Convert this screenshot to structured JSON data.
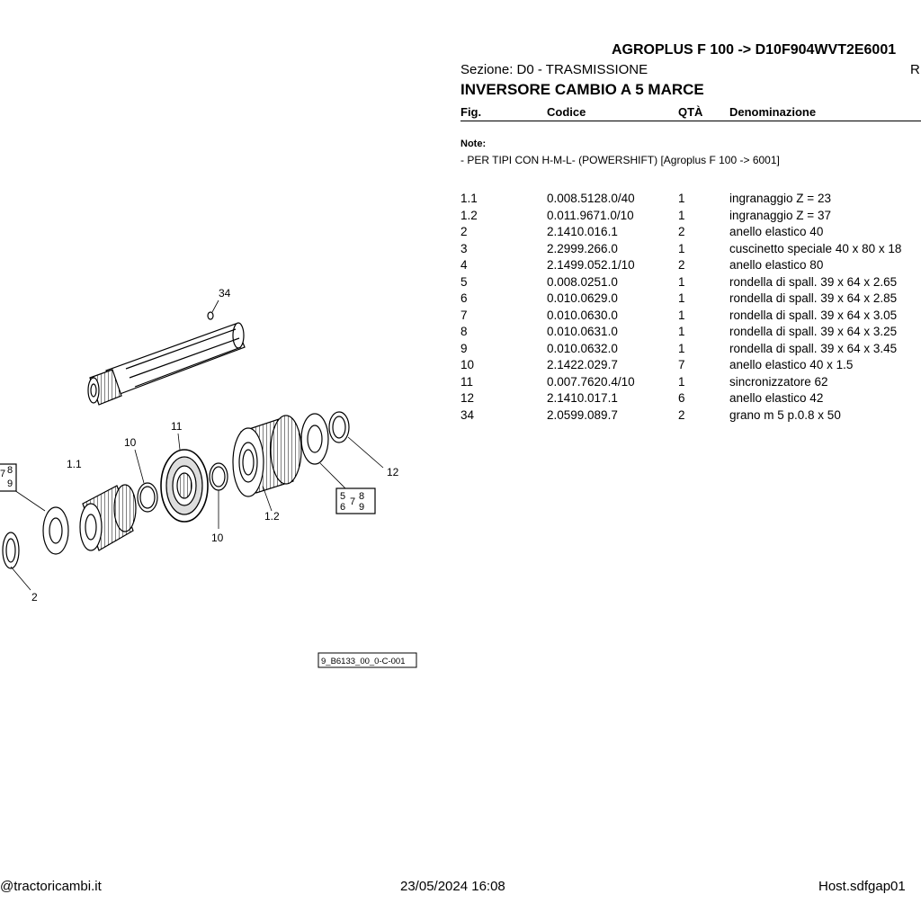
{
  "header": {
    "model": "AGROPLUS F 100 -> D10F904WVT2E6001",
    "sezione": "Sezione: D0 - TRASMISSIONE",
    "rev_letter": "R",
    "group_title": "INVERSORE CAMBIO A 5 MARCE"
  },
  "columns": {
    "fig": "Fig.",
    "code": "Codice",
    "qty": "QTÀ",
    "desc": "Denominazione"
  },
  "note": {
    "label": "Note:",
    "text": "- PER TIPI CON H-M-L- (POWERSHIFT) [Agroplus F 100 -> 6001]"
  },
  "parts": [
    {
      "fig": "1.1",
      "code": "0.008.5128.0/40",
      "qty": "1",
      "desc": "ingranaggio Z = 23"
    },
    {
      "fig": "1.2",
      "code": "0.011.9671.0/10",
      "qty": "1",
      "desc": "ingranaggio Z = 37"
    },
    {
      "fig": "2",
      "code": "2.1410.016.1",
      "qty": "2",
      "desc": "anello elastico 40"
    },
    {
      "fig": "3",
      "code": "2.2999.266.0",
      "qty": "1",
      "desc": "cuscinetto speciale 40 x 80 x 18"
    },
    {
      "fig": "4",
      "code": "2.1499.052.1/10",
      "qty": "2",
      "desc": "anello elastico 80"
    },
    {
      "fig": "5",
      "code": "0.008.0251.0",
      "qty": "1",
      "desc": "rondella di spall. 39 x 64 x 2.65"
    },
    {
      "fig": "6",
      "code": "0.010.0629.0",
      "qty": "1",
      "desc": "rondella di spall. 39 x 64 x 2.85"
    },
    {
      "fig": "7",
      "code": "0.010.0630.0",
      "qty": "1",
      "desc": "rondella di spall. 39 x 64 x 3.05"
    },
    {
      "fig": "8",
      "code": "0.010.0631.0",
      "qty": "1",
      "desc": "rondella di spall. 39 x 64 x 3.25"
    },
    {
      "fig": "9",
      "code": "0.010.0632.0",
      "qty": "1",
      "desc": "rondella di spall. 39 x 64 x 3.45"
    },
    {
      "fig": "10",
      "code": "2.1422.029.7",
      "qty": "7",
      "desc": "anello elastico 40 x 1.5"
    },
    {
      "fig": "11",
      "code": "0.007.7620.4/10",
      "qty": "1",
      "desc": "sincronizzatore 62"
    },
    {
      "fig": "12",
      "code": "2.1410.017.1",
      "qty": "6",
      "desc": "anello elastico 42"
    },
    {
      "fig": "34",
      "code": "2.0599.089.7",
      "qty": "2",
      "desc": "grano m 5 p.0.8 x 50"
    }
  ],
  "diagram": {
    "callouts": {
      "c34": "34",
      "c11": "11",
      "c10a": "10",
      "c1_1": "1.1",
      "c12": "12",
      "c1_2": "1.2",
      "c10b": "10",
      "c2": "2"
    },
    "box_left": {
      "row1": "7",
      "row1b": "8",
      "row2": "9"
    },
    "box_right": {
      "r1a": "5",
      "r1b": "7",
      "r1c": "8",
      "r2a": "6",
      "r2b": "9"
    },
    "drawing_code": "9_B6133_00_0-C-001"
  },
  "footer": {
    "site": "@tractoricambi.it",
    "datetime": "23/05/2024 16:08",
    "host": "Host.sdfgap01"
  }
}
